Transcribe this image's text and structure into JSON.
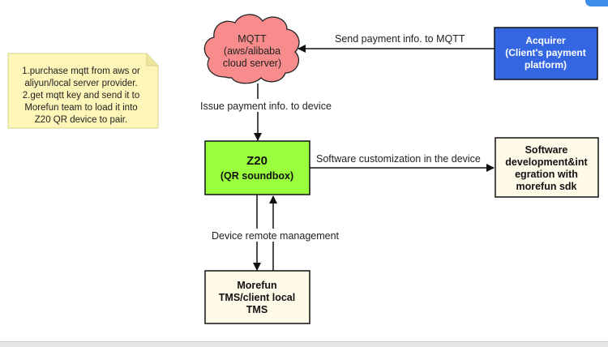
{
  "nodes": {
    "mqtt": {
      "lines": [
        "MQTT",
        "(aws/alibaba",
        "cloud server)"
      ]
    },
    "acquirer": {
      "lines": [
        "Acquirer",
        "(Client's payment",
        "platform)"
      ]
    },
    "z20": {
      "title": "Z20",
      "subtitle": "(QR soundbox)"
    },
    "software": {
      "lines": [
        "Software",
        "development&int",
        "egration with",
        "morefun sdk"
      ]
    },
    "tms": {
      "lines": [
        "Morefun",
        "TMS/client local",
        "TMS"
      ]
    }
  },
  "edges": {
    "acquirer_to_mqtt": "Send payment info. to MQTT",
    "mqtt_to_z20": "Issue payment info. to device",
    "z20_to_software": "Software customization in the device",
    "z20_tms": "Device remote management"
  },
  "note": {
    "lines": [
      "1.purchase mqtt from aws or",
      "aliyun/local server provider.",
      "2.get mqtt key and send it to",
      "Morefun team to load it into",
      "Z20 QR device to pair."
    ]
  },
  "colors": {
    "mqtt_fill": "#f88c8c",
    "acquirer_fill": "#3366e0",
    "acquirer_text": "#ffffff",
    "z20_fill": "#9aff3c",
    "pale_fill": "#fffbe8",
    "note_fill": "#fdf6b8"
  }
}
